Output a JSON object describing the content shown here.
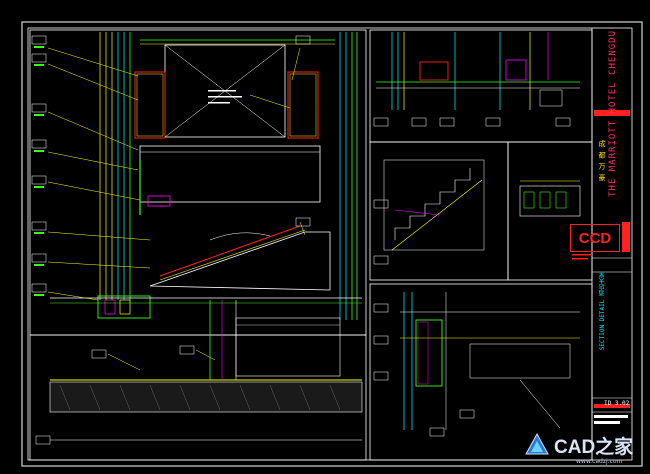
{
  "title_block": {
    "hotel_name_en": "THE MARRIOTT HOTEL CHENGDU",
    "hotel_name_cn": "成 都 万 豪",
    "firm_logo": "CCD",
    "sheet_code": "SECTION DETAIL  酒店大堂",
    "sheet_no": "ID 3.02"
  },
  "watermark": {
    "brand": "CAD之家",
    "url": "www.cadzj.com",
    "logo_icon": "cad-home-logo-icon"
  },
  "colors": {
    "background": "#000000",
    "frame": "#ffffff",
    "green": "#39ff14",
    "yellow": "#ffff00",
    "cyan": "#00ffff",
    "magenta": "#ff00ff",
    "red": "#ff2020",
    "blue": "#3a6bff"
  }
}
